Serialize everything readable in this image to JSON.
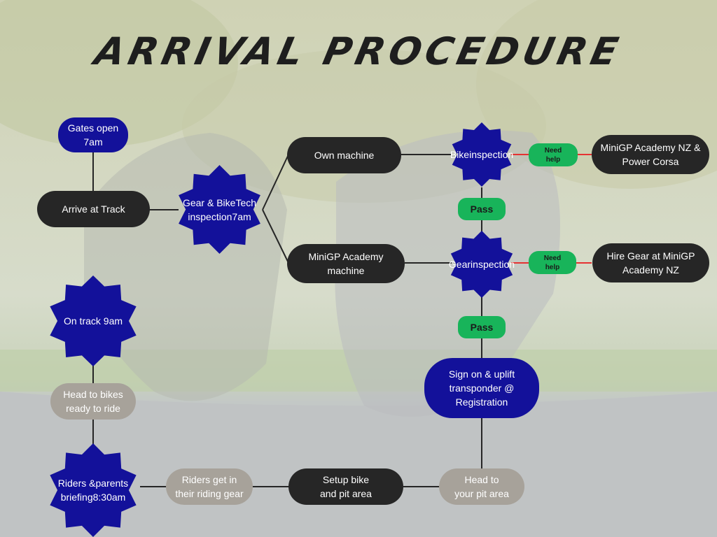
{
  "title": "Arrival Procedure",
  "nodes": {
    "gates_open": [
      "Gates open",
      "7am"
    ],
    "arrive": [
      "Arrive at Track"
    ],
    "gear_bike_tech": [
      "Gear & Bike",
      "Tech inspection",
      "7am"
    ],
    "own_machine": [
      "Own machine"
    ],
    "academy_machine": [
      "MiniGP Academy",
      "machine"
    ],
    "bike_inspection": [
      "Bike",
      "inspection"
    ],
    "need_help_1": [
      "Need",
      "help"
    ],
    "academy_power": [
      "MiniGP Academy NZ &",
      "Power Corsa"
    ],
    "pass_1": [
      "Pass"
    ],
    "gear_inspection": [
      "Gear",
      "inspection"
    ],
    "need_help_2": [
      "Need",
      "help"
    ],
    "hire_gear": [
      "Hire Gear at MiniGP",
      "Academy NZ"
    ],
    "pass_2": [
      "Pass"
    ],
    "sign_on": [
      "Sign on & uplift",
      "transponder @",
      "Registration"
    ],
    "head_pit": [
      "Head to",
      "your pit area"
    ],
    "setup_bike": [
      "Setup bike",
      "and pit area"
    ],
    "riding_gear": [
      "Riders get in",
      "their riding gear"
    ],
    "briefing": [
      "Riders &",
      "parents briefing",
      "8:30am"
    ],
    "head_bikes": [
      "Head to bikes",
      "ready to ride"
    ],
    "on_track": [
      "On track 9am"
    ]
  },
  "colors": {
    "dark": "#262626",
    "blue": "#13119a",
    "grey": "#a7a29a",
    "green": "#18b45a",
    "help_line": "#e53232"
  }
}
